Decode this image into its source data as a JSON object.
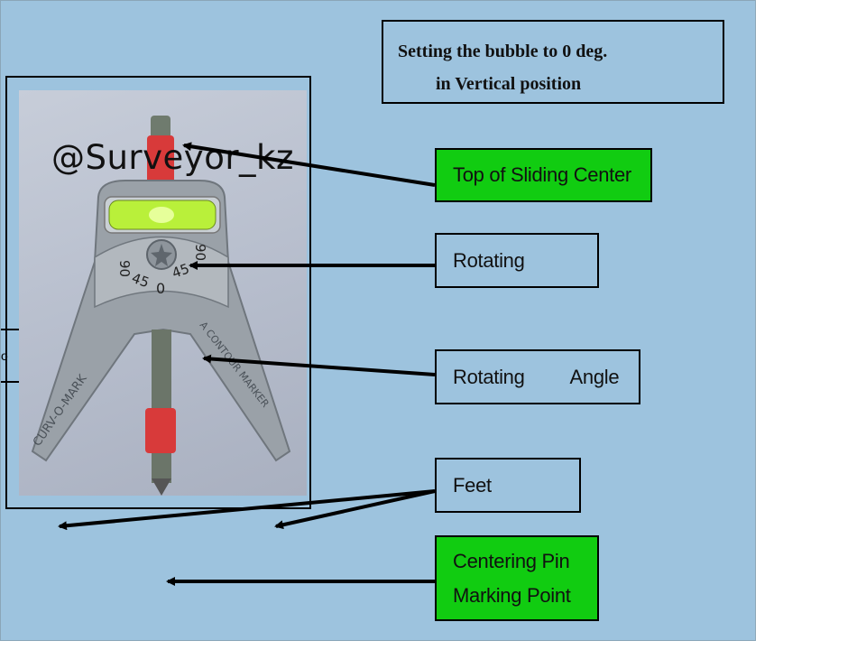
{
  "title": {
    "line1": "Setting the bubble to 0 deg.",
    "line2": "in Vertical position"
  },
  "watermark": "@Surveyor_kz",
  "labels": {
    "top_sliding_center": "Top of Sliding Center",
    "rotating": "Rotating",
    "rotating_angle_a": "Rotating",
    "rotating_angle_b": "Angle",
    "feet": "Feet",
    "centering_line1": "Centering Pin",
    "centering_line2": "Marking Point",
    "left_stub": "o"
  },
  "photo": {
    "dial_numbers": [
      "90",
      "45",
      "0",
      "45",
      "90"
    ],
    "left_leg_text": "CURV-O-MARK",
    "right_leg_text": "A CONTOUR MARKER"
  },
  "colors": {
    "slide_bg": "#9dc3de",
    "green_box": "#11cc11",
    "border": "#000000",
    "level_vial": "#b9f03a",
    "pin_red": "#d83a3a"
  }
}
